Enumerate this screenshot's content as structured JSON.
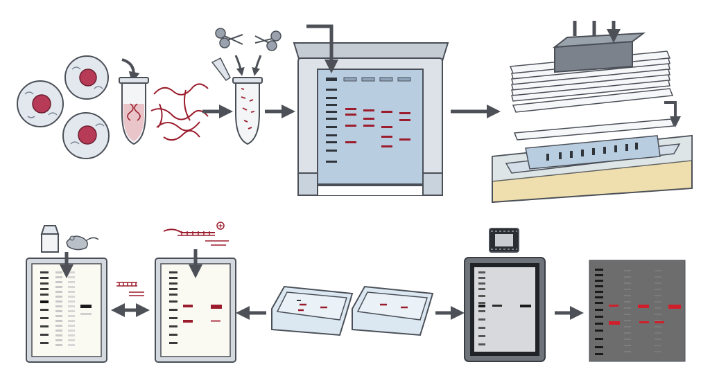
{
  "colors": {
    "outline": "#4a4f57",
    "arrow": "#4d5157",
    "dna_red": "#9b1c2c",
    "band_dark": "#2f333a",
    "gel_blue": "#b9cde0",
    "tank_gray": "#cfd5dc",
    "buffer_yellow": "#f0dfae",
    "tray_blue": "#dbe7f1",
    "film_bg": "#6d6d6d",
    "film_red": "#d01f2b",
    "cell_fill": "#e3e8ee",
    "nucleus": "#b73a57"
  },
  "icons": [
    "animal-cells-icon",
    "microcentrifuge-tube-icon",
    "dna-strands-icon",
    "scissors-icon",
    "gel-electrophoresis-tank-icon",
    "capillary-blot-stack-icon",
    "weight-block-icon",
    "membrane-icon",
    "milk-carton-icon",
    "mouse-icon",
    "labeled-probe-icon",
    "hybridization-tray-icon",
    "x-ray-film-cassette-icon",
    "film-icon",
    "autoradiograph-icon"
  ],
  "steps": [
    {
      "id": "cells"
    },
    {
      "id": "dna-extraction"
    },
    {
      "id": "restriction-digest"
    },
    {
      "id": "gel-electrophoresis"
    },
    {
      "id": "capillary-transfer"
    },
    {
      "id": "blocking"
    },
    {
      "id": "probe-hybridization"
    },
    {
      "id": "washing"
    },
    {
      "id": "film-exposure"
    },
    {
      "id": "autoradiograph"
    }
  ]
}
